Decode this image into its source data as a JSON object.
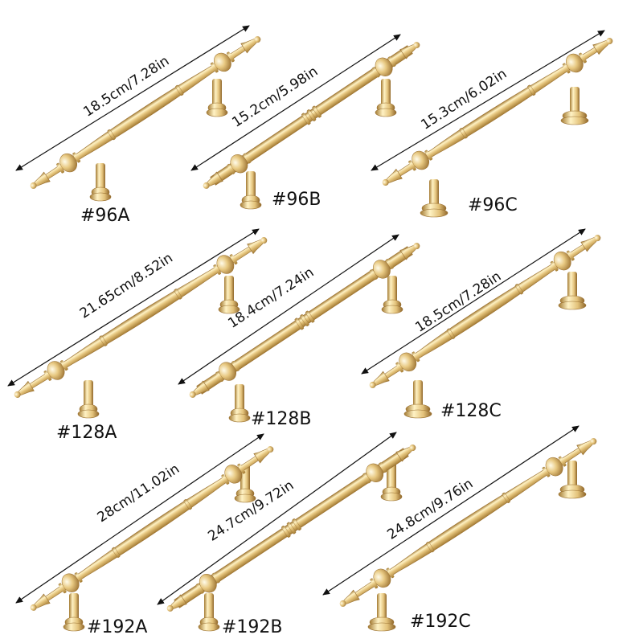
{
  "products": [
    {
      "code": "#96A",
      "length": "18.5cm/7.28in",
      "style": "A"
    },
    {
      "code": "#96B",
      "length": "15.2cm/5.98in",
      "style": "B"
    },
    {
      "code": "#96C",
      "length": "15.3cm/6.02in",
      "style": "C"
    },
    {
      "code": "#128A",
      "length": "21.65cm/8.52in",
      "style": "A"
    },
    {
      "code": "#128B",
      "length": "18.4cm/7.24in",
      "style": "B"
    },
    {
      "code": "#128C",
      "length": "18.5cm/7.28in",
      "style": "C"
    },
    {
      "code": "#192A",
      "length": "28cm/11.02in",
      "style": "A"
    },
    {
      "code": "#192B",
      "length": "24.7cm/9.72in",
      "style": "B"
    },
    {
      "code": "#192C",
      "length": "24.8cm/9.76in",
      "style": "C"
    }
  ],
  "colors": {
    "gold_light": "#fff2c4",
    "gold_mid": "#e3c27a",
    "gold_dark": "#a37a32",
    "arrow": "#111111",
    "background": "#ffffff"
  }
}
